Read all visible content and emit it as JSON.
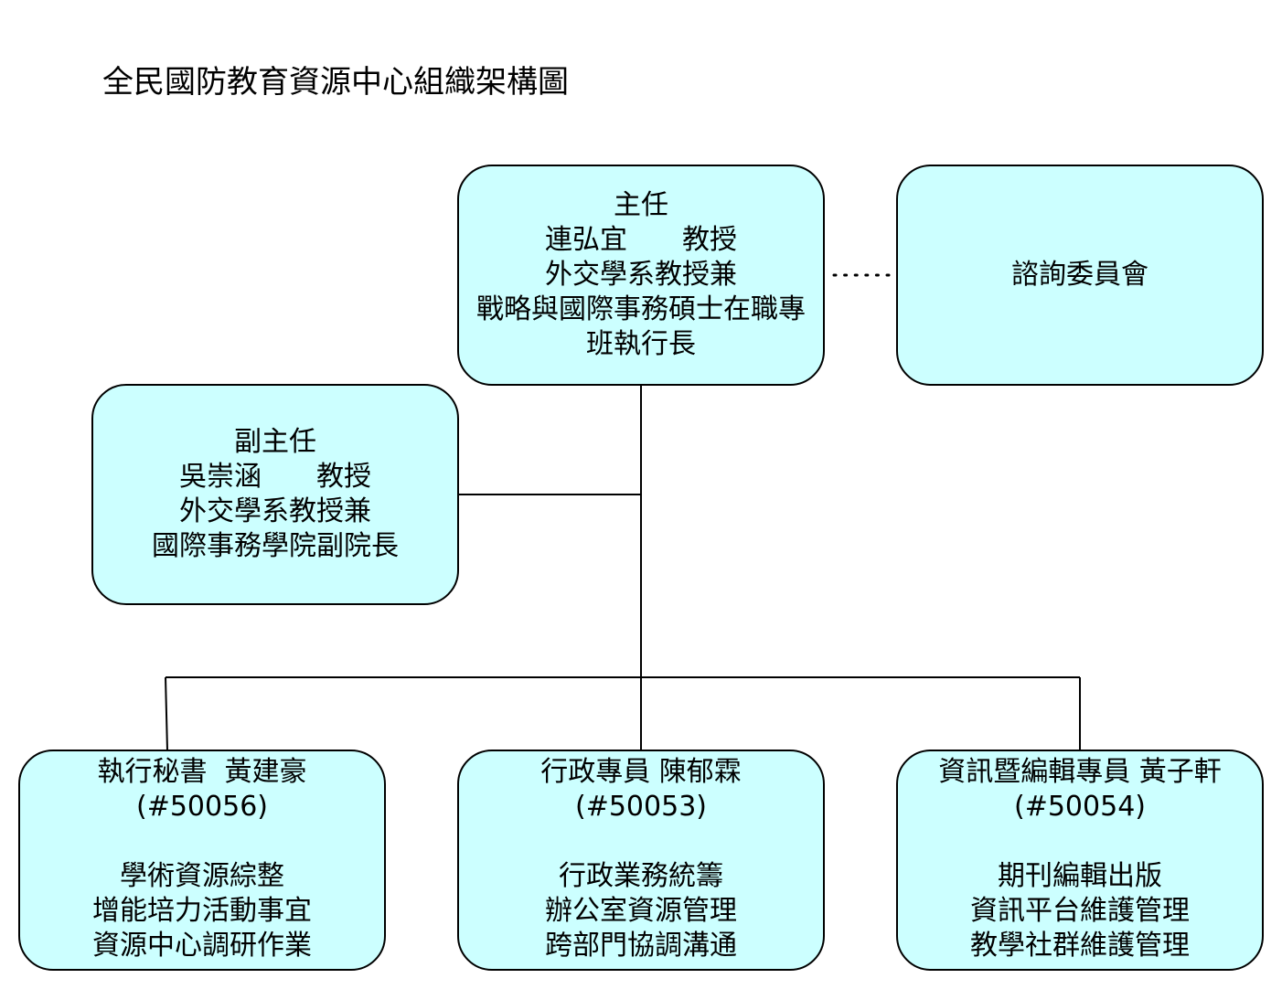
{
  "title": "全民國防教育資源中心組織架構圖",
  "colors": {
    "box_fill": "#ccffff",
    "stroke": "#000000",
    "background": "#ffffff"
  },
  "director": {
    "role": "主任",
    "name_line": "連弘宜　　教授",
    "lines": [
      "外交學系教授兼",
      "戰略與國際事務碩士在職專",
      "班執行長"
    ]
  },
  "advisory": {
    "label": "諮詢委員會"
  },
  "deputy": {
    "role": "副主任",
    "name_line": "吳崇涵　　教授",
    "lines": [
      "外交學系教授兼",
      "國際事務學院副院長"
    ]
  },
  "staff": [
    {
      "header": "執行秘書  黃建豪",
      "ext": "(#50056)",
      "duties": [
        "學術資源綜整",
        "增能培力活動事宜",
        "資源中心調研作業"
      ]
    },
    {
      "header": "行政專員 陳郁霖",
      "ext": "(#50053)",
      "duties": [
        "行政業務統籌",
        "辦公室資源管理",
        "跨部門協調溝通"
      ]
    },
    {
      "header": "資訊暨編輯專員 黃子軒",
      "ext": "(#50054)",
      "duties": [
        "期刊編輯出版",
        "資訊平台維護管理",
        "教學社群維護管理"
      ]
    }
  ]
}
